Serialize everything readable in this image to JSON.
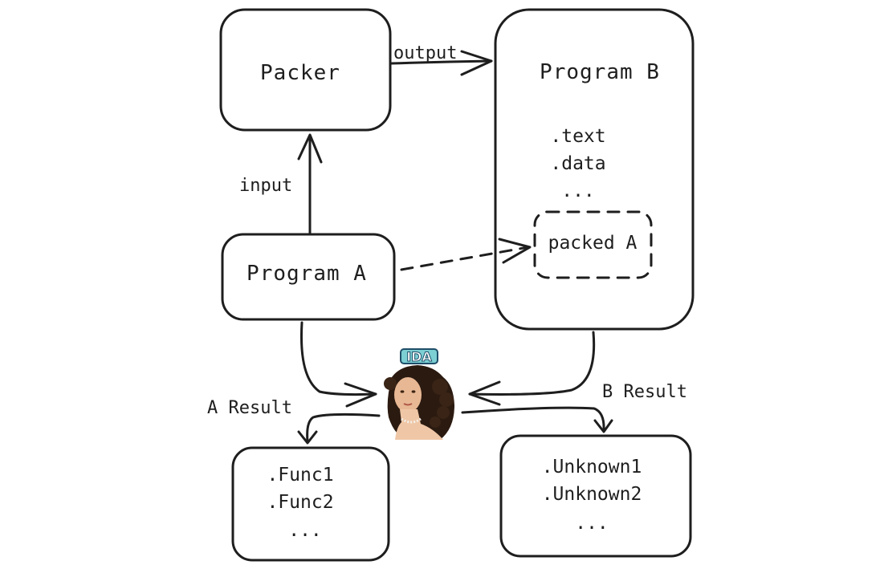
{
  "nodes": {
    "packer": "Packer",
    "program_a": "Program A",
    "program_b": "Program B",
    "program_b_sections": [
      ".text",
      ".data",
      "..."
    ],
    "packed_a": "packed A",
    "ida_badge": "IDA",
    "a_result_items": [
      ".Func1",
      ".Func2",
      "..."
    ],
    "b_result_items": [
      ".Unknown1",
      ".Unknown2",
      "..."
    ]
  },
  "edges": {
    "input": "input",
    "output": "output",
    "a_result": "A Result",
    "b_result": "B Result"
  },
  "icons": {
    "ida": "portrait-icon"
  },
  "colors": {
    "ink": "#1e1e1e",
    "badge_fill": "#7ccfd3",
    "badge_stroke": "#1f4e68"
  }
}
